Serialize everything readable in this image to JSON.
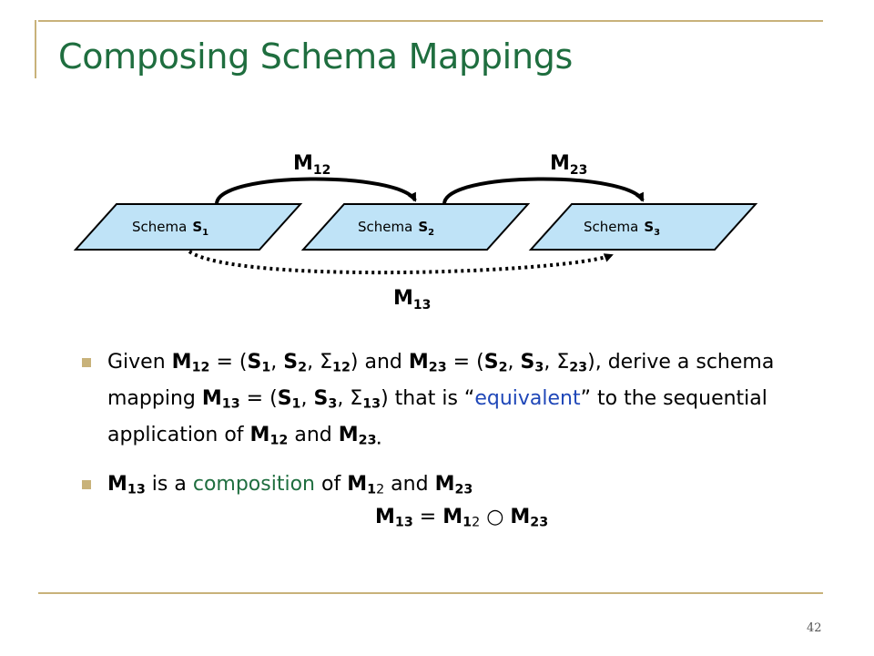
{
  "slide": {
    "title": "Composing Schema Mappings",
    "page_number": "42"
  },
  "diagram": {
    "schemas": [
      {
        "prefix": "Schema",
        "name": "S",
        "sub": "1"
      },
      {
        "prefix": "Schema",
        "name": "S",
        "sub": "2"
      },
      {
        "prefix": "Schema",
        "name": "S",
        "sub": "3"
      }
    ],
    "mappings": [
      {
        "name": "M",
        "sub": "12"
      },
      {
        "name": "M",
        "sub": "23"
      },
      {
        "name": "M",
        "sub": "13"
      }
    ],
    "colors": {
      "box_fill": "#bfe3f7",
      "stroke": "#000000"
    }
  },
  "bullet1": {
    "t_given": "Given ",
    "m12": "M",
    "m12_sub": "12",
    "t_eq1": " = (",
    "s1": "S",
    "s1_sub": "1",
    "t_c1": ", ",
    "s2": "S",
    "s2_sub": "2",
    "t_c2": ", Σ",
    "sig12_sub": "12",
    "t_and1": ") and ",
    "m23": "M",
    "m23_sub": "23",
    "t_eq2": " = (",
    "s2b": "S",
    "s2b_sub": "2",
    "t_c3": ", ",
    "s3": "S",
    "s3_sub": "3",
    "t_c4": ", Σ",
    "sig23_sub": "23",
    "t_derive": "), derive a schema mapping ",
    "m13": "M",
    "m13_sub": "13",
    "t_eq3": " = (",
    "s1b": "S",
    "s1b_sub": "1",
    "t_c5": ", ",
    "s3b": "S",
    "s3b_sub": "3",
    "t_c6": ", Σ",
    "sig13_sub": "13",
    "t_thatis": ") that is “",
    "equivalent": "equivalent",
    "t_to": "” to the sequential application of ",
    "m12b": "M",
    "m12b_sub": "12",
    "t_and2": " and ",
    "m23b": "M",
    "m23b_sub": "23.",
    "colors": {
      "equivalent": "#1f47b8"
    }
  },
  "bullet2": {
    "m13": "M",
    "m13_sub": "13",
    "t_is": " is a ",
    "composition": "composition",
    "t_of": " of ",
    "m12_a": "M",
    "m12_sub_bold": "1",
    "m12_sub_plain": "2",
    "t_and": " and ",
    "m23": "M",
    "m23_sub": "23",
    "colors": {
      "composition": "#1f6e3f"
    }
  },
  "formula": {
    "m13": "M",
    "m13_sub": "13",
    "t_eq": " = ",
    "m12": "M",
    "m12_sub_bold": "1",
    "m12_sub_plain": "2",
    "t_circ": " ○ ",
    "m23": "M",
    "m23_sub": "23"
  },
  "colors": {
    "title": "#1f6e3f",
    "rule": "#c8b27a"
  }
}
